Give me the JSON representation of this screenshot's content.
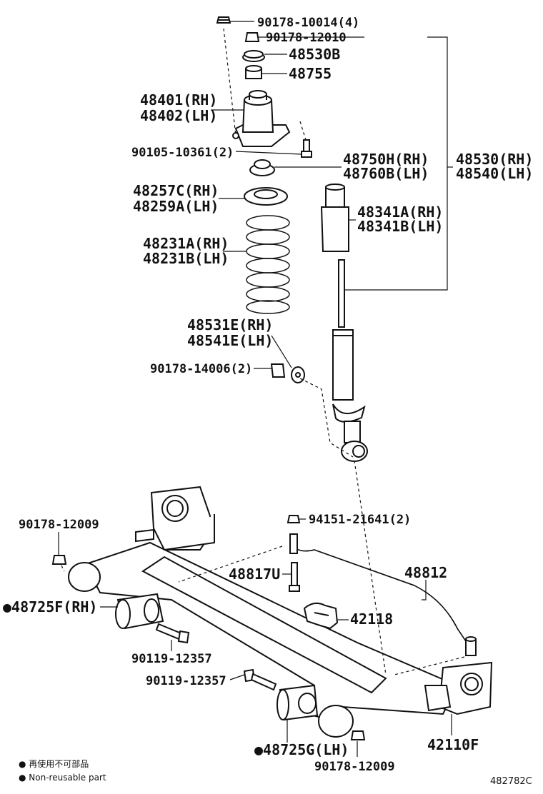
{
  "parts": {
    "nut_top": "90178-10014(4)",
    "nut_rod": "90178-12010",
    "washer_upper": "48530B",
    "bushing_upper": "48755",
    "support_rh": "48401(RH)",
    "support_lh": "48402(LH)",
    "bolt_support": "90105-10361(2)",
    "insulator_rh": "48750H(RH)",
    "insulator_lh": "48760B(LH)",
    "absorber_rh": "48530(RH)",
    "absorber_lh": "48540(LH)",
    "spring_seat_rh": "48257C(RH)",
    "spring_seat_lh": "48259A(LH)",
    "boot_rh": "48341A(RH)",
    "boot_lh": "48341B(LH)",
    "spring_rh": "48231A(RH)",
    "spring_lh": "48231B(LH)",
    "lower_insulator_rh": "48531E(RH)",
    "lower_insulator_lh": "48541E(LH)",
    "nut_lower": "90178-14006(2)",
    "nut_stab": "94151-21641(2)",
    "nut_left": "90178-12009",
    "stab_bolt": "48817U",
    "stab_bar": "48812",
    "bushing_rh": "●48725F(RH)",
    "bracket": "42118",
    "bolt_rh": "90119-12357",
    "bolt_lh": "90119-12357",
    "beam": "42110F",
    "bushing_lh": "●48725G(LH)",
    "nut_right": "90178-12009"
  },
  "legend": {
    "line1": "● 再使用不可部品",
    "line2": "● Non-reusable part"
  },
  "figure_code": "482782C"
}
